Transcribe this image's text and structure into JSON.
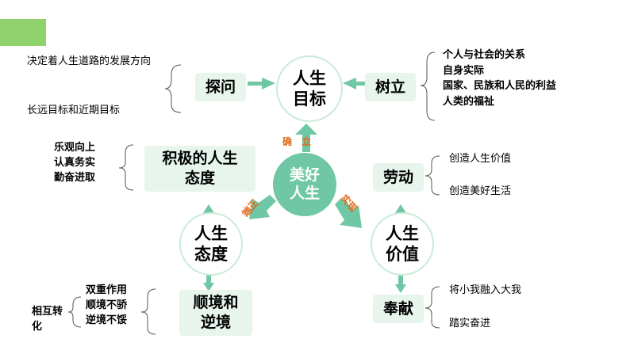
{
  "center": {
    "line1": "美好",
    "line2": "人生"
  },
  "top": {
    "line1": "人生",
    "line2": "目标"
  },
  "left_circle": {
    "line1": "人生",
    "line2": "态度"
  },
  "right_circle": {
    "line1": "人生",
    "line2": "价值"
  },
  "arrow_labels": {
    "up_1": "确",
    "up_2": "立",
    "left": "端正",
    "right": "实现"
  },
  "tanwen": {
    "label": "探问",
    "items": [
      "决定着人生道路的发展方向",
      "长远目标和近期目标"
    ]
  },
  "shuli": {
    "label": "树立",
    "items": [
      "个人与社会的关系",
      "自身实际",
      "国家、民族和人民的利益",
      "人类的福祉"
    ]
  },
  "jiji": {
    "line1": "积极的人生",
    "line2": "态度",
    "items": [
      "乐观向上",
      "认真务实",
      "勤奋进取"
    ]
  },
  "shunjing": {
    "line1": "顺境和",
    "line2": "逆境",
    "items": [
      "双重作用",
      "顺境不骄",
      "逆境不馁"
    ],
    "extra_line1": "相互转",
    "extra_line2": "化"
  },
  "laodong": {
    "label": "劳动",
    "items": [
      "创造人生价值",
      "创造美好生活"
    ]
  },
  "fengxian": {
    "label": "奉献",
    "items": [
      "将小我融入大我",
      "踏实奋进"
    ]
  },
  "colors": {
    "accent": "#8fd16a",
    "arrow": "#6fc7a5",
    "box_fill": "#e7f5ed",
    "circle_border": "#c9ead7",
    "label_orange": "#e06a1b"
  }
}
